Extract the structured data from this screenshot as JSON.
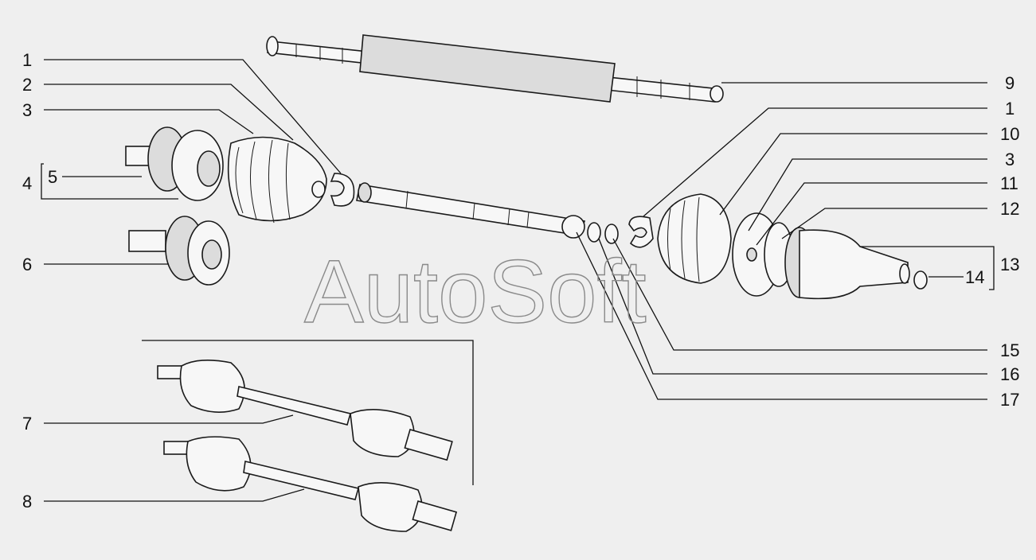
{
  "watermark": "AutoSoft",
  "callouts": {
    "c1_left": "1",
    "c2": "2",
    "c3_left": "3",
    "c4": "4",
    "c5": "5",
    "c6": "6",
    "c7": "7",
    "c8": "8",
    "c9": "9",
    "c1_right": "1",
    "c10": "10",
    "c3_right": "3",
    "c11": "11",
    "c12": "12",
    "c13": "13",
    "c14": "14",
    "c15": "15",
    "c16": "16",
    "c17": "17"
  }
}
